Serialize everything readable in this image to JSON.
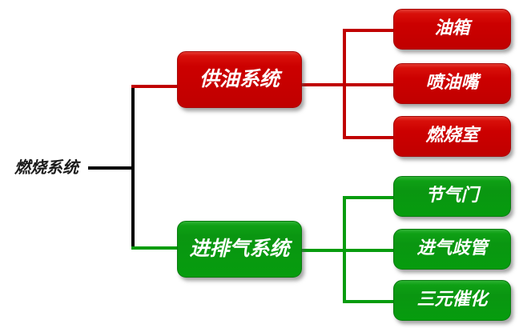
{
  "diagram": {
    "type": "org-tree",
    "orientation": "left-to-right",
    "root": {
      "label": "燃烧系统",
      "style": "plain-text",
      "color": "#1b1b1b"
    },
    "colors": {
      "red": "#c00000",
      "red_highlight": "#e23a31",
      "green": "#069c0e",
      "green_highlight": "#2eb234",
      "trunk": "#000000",
      "text": "#ffffff"
    },
    "branches": [
      {
        "label": "供油系统",
        "color": "#c00000",
        "color_name": "red",
        "children": [
          {
            "label": "油箱"
          },
          {
            "label": "喷油嘴"
          },
          {
            "label": "燃烧室"
          }
        ]
      },
      {
        "label": "进排气系统",
        "color": "#069c0e",
        "color_name": "green",
        "children": [
          {
            "label": "节气门"
          },
          {
            "label": "进气歧管"
          },
          {
            "label": "三元催化"
          }
        ]
      }
    ]
  }
}
